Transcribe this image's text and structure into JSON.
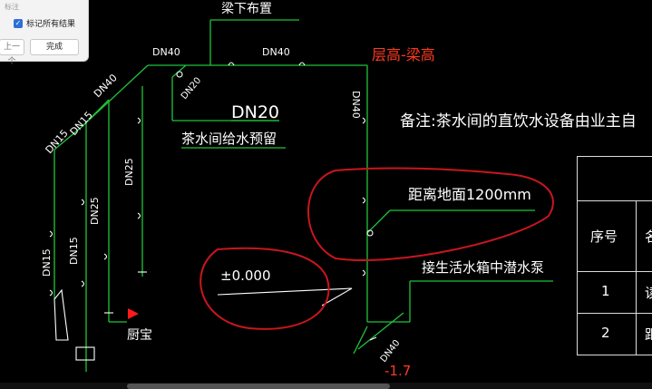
{
  "dialog": {
    "title": "标注",
    "checkbox_label": "标记所有结果",
    "checkbox_checked": true,
    "prev_label": "上一个",
    "done_label": "完成"
  },
  "drawing": {
    "beam_label": "梁下布置",
    "pipe_labels": [
      "DN40",
      "DN40",
      "DN40",
      "DN40",
      "DN15",
      "DN15",
      "DN20",
      "DN25",
      "DN25",
      "DN15",
      "DN15",
      "DN40"
    ],
    "tea_room_size": "DN20",
    "tea_room_label": "茶水间给水预留",
    "note": "备注:茶水间的直饮水设备由业主自",
    "height_label": "距离地面1200mm",
    "level_label": "±0.000",
    "pump_label": "接生活水箱中潜水泵",
    "kitchen_label": "厨宝"
  },
  "annotations": {
    "floor_beam": "层高-梁高",
    "depth": "-1.7",
    "annotation_color": "#ff3b1f"
  },
  "table": {
    "header": "序号",
    "header_next": "名",
    "rows": [
      {
        "num": "1",
        "next": "读"
      },
      {
        "num": "2",
        "next": "距"
      }
    ]
  }
}
